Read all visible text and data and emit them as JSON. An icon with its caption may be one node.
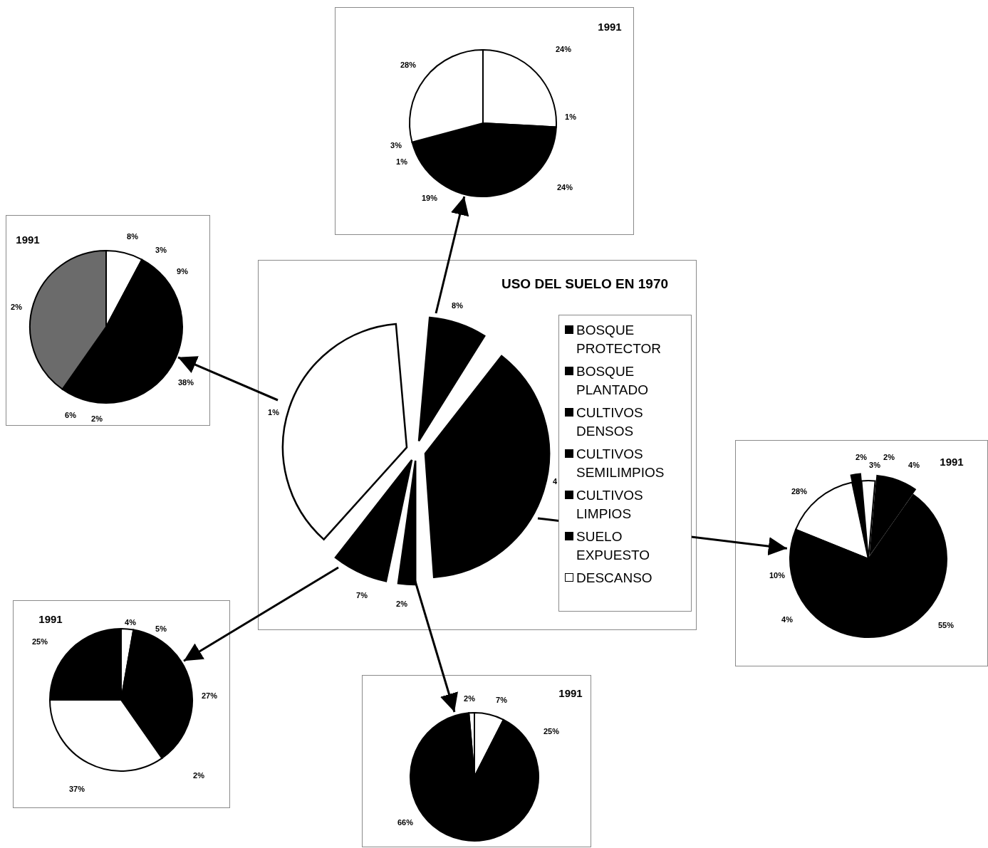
{
  "diagram": {
    "nodes": [
      {
        "text": [
          "1991"
        ]
      },
      {
        "text": [],
        "shape": "circle",
        "in": 0,
        "beside": [
          "24%",
          "28%",
          "1%",
          "3%",
          "1%",
          "24%",
          "19%"
        ]
      },
      {
        "text": [
          "1991"
        ]
      },
      {
        "text": [],
        "shape": "circle",
        "in": 2,
        "beside": [
          "8%",
          "3%",
          "9%",
          "2%",
          "38%",
          "6%",
          "2%"
        ]
      },
      {
        "text": [
          "USO DEL SUELO EN 1970"
        ]
      },
      {
        "text": [],
        "shape": "wedge",
        "in": 4,
        "beside": [
          "8%"
        ]
      },
      {
        "text": [],
        "shape": "wedge",
        "in": 4,
        "beside": [
          "1%"
        ]
      },
      {
        "text": [],
        "shape": "wedge",
        "in": 4,
        "beside": [
          "4"
        ]
      },
      {
        "text": [],
        "shape": "wedge",
        "in": 4,
        "beside": [
          "7%"
        ]
      },
      {
        "text": [],
        "shape": "wedge",
        "in": 4,
        "beside": [
          "2%"
        ]
      },
      {
        "text": [
          "1991"
        ]
      },
      {
        "text": [],
        "shape": "circle",
        "in": 10,
        "beside": [
          "2%",
          "3%",
          "2%",
          "4%",
          "28%",
          "10%",
          "4%",
          "55%"
        ]
      },
      {
        "text": [
          "1991"
        ]
      },
      {
        "text": [],
        "shape": "circle",
        "in": 12,
        "beside": [
          "4%",
          "5%",
          "25%",
          "27%",
          "2%",
          "37%"
        ]
      },
      {
        "text": [
          "1991"
        ]
      },
      {
        "text": [],
        "shape": "circle",
        "in": 14,
        "beside": [
          "2%",
          "7%",
          "25%",
          "66%"
        ]
      }
    ],
    "edges": [
      {
        "from": 5,
        "to": 1,
        "arrow": "to"
      },
      {
        "from": 6,
        "to": 3,
        "arrow": "to"
      },
      {
        "from": 7,
        "to": 11,
        "arrow": "to"
      },
      {
        "from": 8,
        "to": 13,
        "arrow": "to"
      },
      {
        "from": 9,
        "to": 15,
        "arrow": "to"
      }
    ],
    "legend": [
      {
        "text": "BOSQUE PROTECTOR",
        "color": "#000000"
      },
      {
        "text": "BOSQUE PLANTADO",
        "color": "#000000"
      },
      {
        "text": "CULTIVOS DENSOS",
        "color": "#000000"
      },
      {
        "text": "CULTIVOS SEMILIMPIOS",
        "color": "#000000"
      },
      {
        "text": "CULTIVOS LIMPIOS",
        "color": "#000000"
      },
      {
        "text": "SUELO EXPUESTO",
        "color": "#000000"
      },
      {
        "text": "DESCANSO",
        "color": "#ffffff"
      }
    ]
  }
}
